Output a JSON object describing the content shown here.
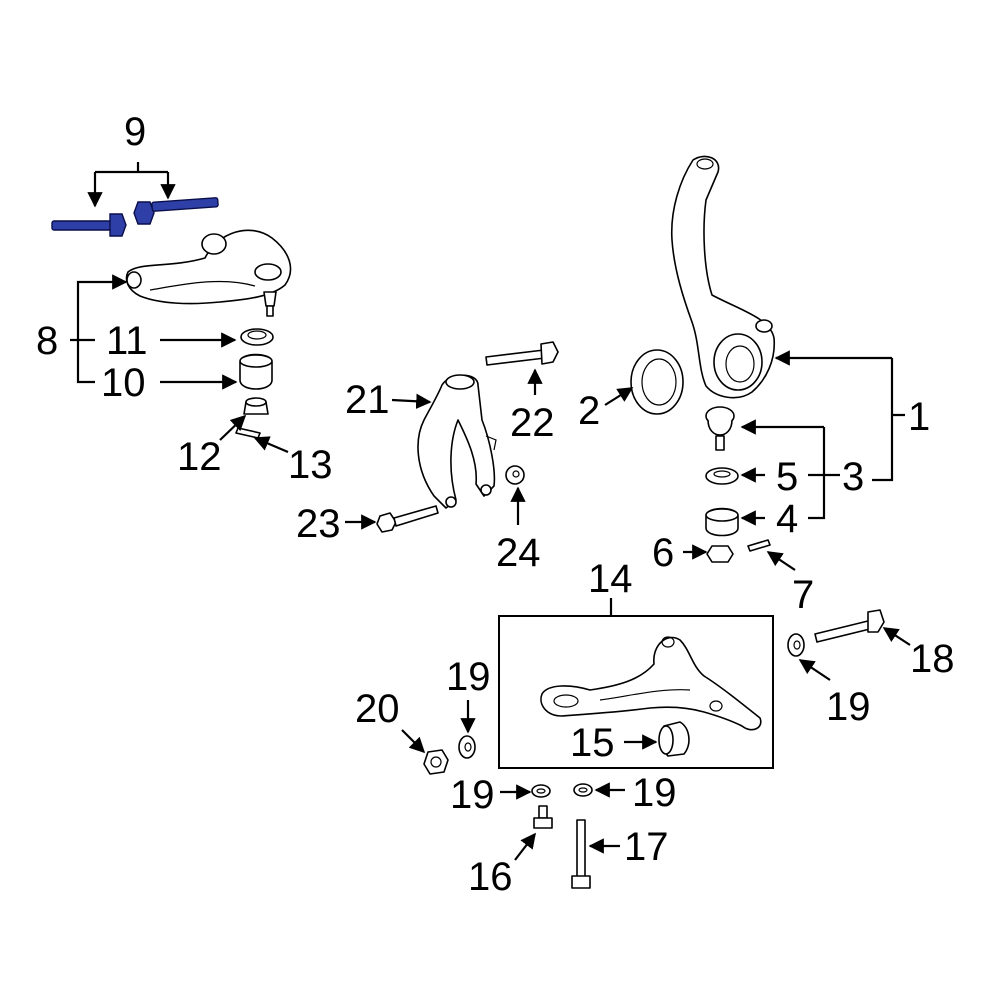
{
  "diagram": {
    "highlight_color": "#2f3fa8",
    "line_color": "#000000",
    "background": "#ffffff",
    "callouts": {
      "c1": "1",
      "c2": "2",
      "c3": "3",
      "c4": "4",
      "c5": "5",
      "c6": "6",
      "c7": "7",
      "c8": "8",
      "c9": "9",
      "c10": "10",
      "c11": "11",
      "c12": "12",
      "c13": "13",
      "c14": "14",
      "c15": "15",
      "c16": "16",
      "c17": "17",
      "c18": "18",
      "c19a": "19",
      "c19b": "19",
      "c19c": "19",
      "c19d": "19",
      "c20": "20",
      "c21": "21",
      "c22": "22",
      "c23": "23",
      "c24": "24"
    }
  }
}
